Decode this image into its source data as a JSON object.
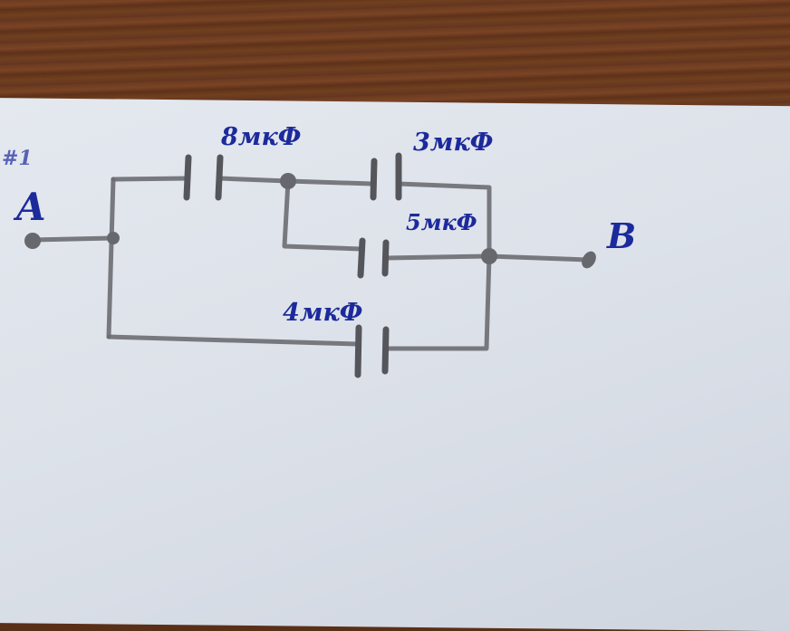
{
  "terminals": {
    "a": "A",
    "b": "B"
  },
  "problem_number": "#1",
  "capacitors": [
    {
      "id": "c1",
      "label": "8мкФ"
    },
    {
      "id": "c2",
      "label": "3мкФ"
    },
    {
      "id": "c3",
      "label": "5мкФ"
    },
    {
      "id": "c4",
      "label": "4мкФ"
    }
  ],
  "colors": {
    "ink": "#1c2a9c",
    "pencil": "#6c6d72",
    "paper": "#dde2ea",
    "wood": "#6b3a1f"
  }
}
